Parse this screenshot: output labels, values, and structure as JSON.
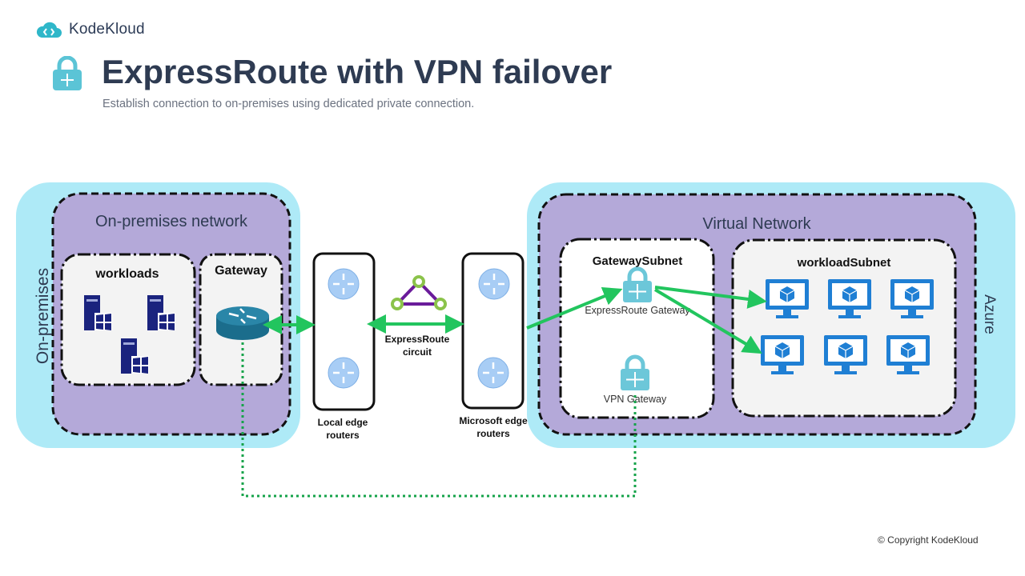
{
  "brand": {
    "name": "KodeKloud"
  },
  "header": {
    "title": "ExpressRoute with VPN failover",
    "subtitle": "Establish connection to on-premises using dedicated private connection."
  },
  "diagram": {
    "on_premises": {
      "zone_label": "On-premises",
      "network_label": "On-premises network",
      "workloads_label": "workloads",
      "gateway_label": "Gateway"
    },
    "local_edge": {
      "label_line1": "Local edge",
      "label_line2": "routers"
    },
    "circuit": {
      "label_line1": "ExpressRoute",
      "label_line2": "circuit"
    },
    "microsoft_edge": {
      "label_line1": "Microsoft edge",
      "label_line2": "routers"
    },
    "azure": {
      "zone_label": "Azure",
      "vnet_label": "Virtual Network",
      "gateway_subnet_label": "GatewaySubnet",
      "expressroute_gateway_label": "ExpressRoute Gateway",
      "vpn_gateway_label": "VPN Gateway",
      "workload_subnet_label": "workloadSubnet"
    },
    "colors": {
      "zone": "#aeeaf7",
      "network": "#b4a9d9",
      "primary_link": "#22c55e",
      "failover_link": "#16a34a",
      "vm": "#1f7fd4",
      "server": "#1a237e"
    }
  },
  "footer": {
    "copyright": "© Copyright KodeKloud"
  }
}
